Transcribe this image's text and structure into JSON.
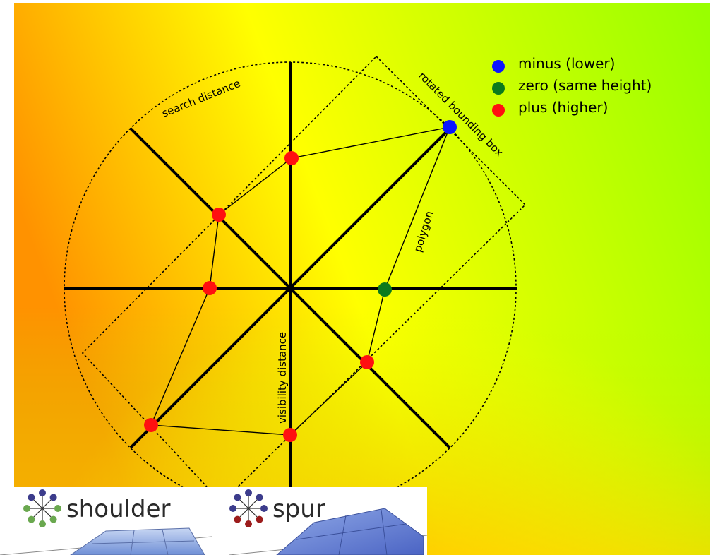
{
  "legend": [
    {
      "label": "minus (lower)",
      "color": "#0a14ff"
    },
    {
      "label": "zero (same height)",
      "color": "#0b7a1d"
    },
    {
      "label": "plus (higher)",
      "color": "#ff1010"
    }
  ],
  "annotations": {
    "search_distance": "search distance",
    "rotated_bounding_box": "rotated bounding box",
    "polygon": "polygon",
    "visibility_distance": "visibility distance"
  },
  "insets": {
    "shoulder": "shoulder",
    "spur": "spur"
  },
  "points": [
    {
      "name": "point-north",
      "status": "plus"
    },
    {
      "name": "point-northeast",
      "status": "minus"
    },
    {
      "name": "point-east",
      "status": "zero"
    },
    {
      "name": "point-southeast",
      "status": "plus"
    },
    {
      "name": "point-south",
      "status": "plus"
    },
    {
      "name": "point-southwest",
      "status": "plus"
    },
    {
      "name": "point-west",
      "status": "plus"
    },
    {
      "name": "point-northwest",
      "status": "plus"
    }
  ],
  "colors": {
    "minus": "#0a14ff",
    "zero": "#0b7a1d",
    "plus": "#ff1010",
    "background_warm": "#ff8c00",
    "background_mid": "#ffff00",
    "background_cool": "#99ff00"
  }
}
